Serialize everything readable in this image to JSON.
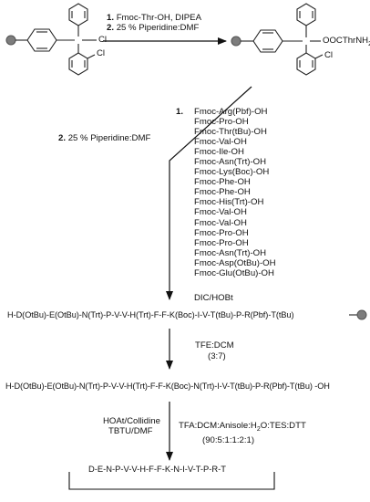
{
  "step1": {
    "reagent_num_1": "1.",
    "reagent_1": "Fmoc-Thr-OH, DIPEA",
    "reagent_num_2": "2.",
    "reagent_2": "25 % Piperidine:DMF"
  },
  "resin_start": {
    "cl_top": "Cl",
    "cl_ring": "Cl"
  },
  "resin_loaded": {
    "ester": "OOCThrNH",
    "ester_sub": "2",
    "cl_ring": "Cl"
  },
  "step2": {
    "label_num": "2.",
    "label": "25 % Piperidine:DMF",
    "list_num": "1.",
    "amino_acids": [
      "Fmoc-Arg(Pbf)-OH",
      "Fmoc-Pro-OH",
      "Fmoc-Thr(tBu)-OH",
      "Fmoc-Val-OH",
      "Fmoc-Ile-OH",
      "Fmoc-Asn(Trt)-OH",
      "Fmoc-Lys(Boc)-OH",
      "Fmoc-Phe-OH",
      "Fmoc-Phe-OH",
      "Fmoc-His(Trt)-OH",
      "Fmoc-Val-OH",
      "Fmoc-Val-OH",
      "Fmoc-Pro-OH",
      "Fmoc-Pro-OH",
      "Fmoc-Asn(Trt)-OH",
      "Fmoc-Asp(OtBu)-OH",
      "Fmoc-Glu(OtBu)-OH"
    ],
    "coupling": "DIC/HOBt"
  },
  "peptide_on_resin": "H-D(OtBu)-E(OtBu)-N(Trt)-P-V-V-H(Trt)-F-F-K(Boc)-I-V-T(tBu)-P-R(Pbf)-T(tBu)",
  "cleavage": {
    "reagent": "TFE:DCM",
    "ratio": "(3:7)"
  },
  "peptide_free": "H-D(OtBu)-E(OtBu)-N(Trt)-P-V-V-H(Trt)-F-F-K(Boc)-N(Trt)-I-V-T(tBu)-P-R(Pbf)-T(tBu) -OH",
  "cyclization": {
    "reagent_1": "HOAt/Collidine",
    "reagent_2": "TBTU/DMF"
  },
  "deprotection": {
    "reagent_pre": "TFA:DCM:Anisole:H",
    "reagent_sub": "2",
    "reagent_post": "O:TES:DTT",
    "ratio": "(90:5:1:1:2:1)"
  },
  "cyclic_peptide": "D-E-N-P-V-V-H-F-F-K-N-I-V-T-P-R-T"
}
